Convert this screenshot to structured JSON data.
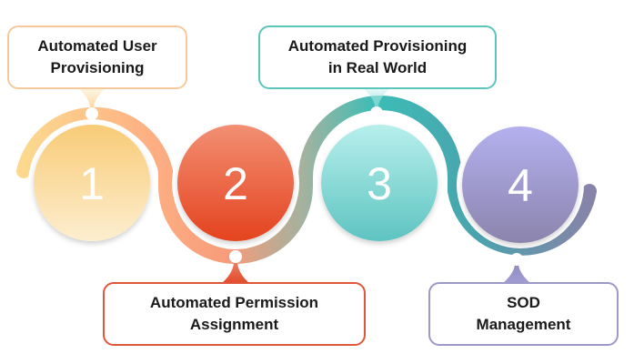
{
  "diagram": {
    "title": "",
    "steps": [
      {
        "number": "1",
        "label": "Automated User\nProvisioning",
        "color": "#f9cd7c",
        "color_light": "#fdeccb",
        "position": "top"
      },
      {
        "number": "2",
        "label": "Automated Permission\nAssignment",
        "color": "#e8482a",
        "color_light": "#f39578",
        "position": "bottom"
      },
      {
        "number": "3",
        "label": "Automated Provisioning\nin Real World",
        "color": "#64c6c4",
        "color_light": "#b9eeec",
        "position": "top"
      },
      {
        "number": "4",
        "label": "SOD\nManagement",
        "color": "#8c85b2",
        "color_light": "#b4b0ea",
        "position": "bottom"
      }
    ]
  }
}
